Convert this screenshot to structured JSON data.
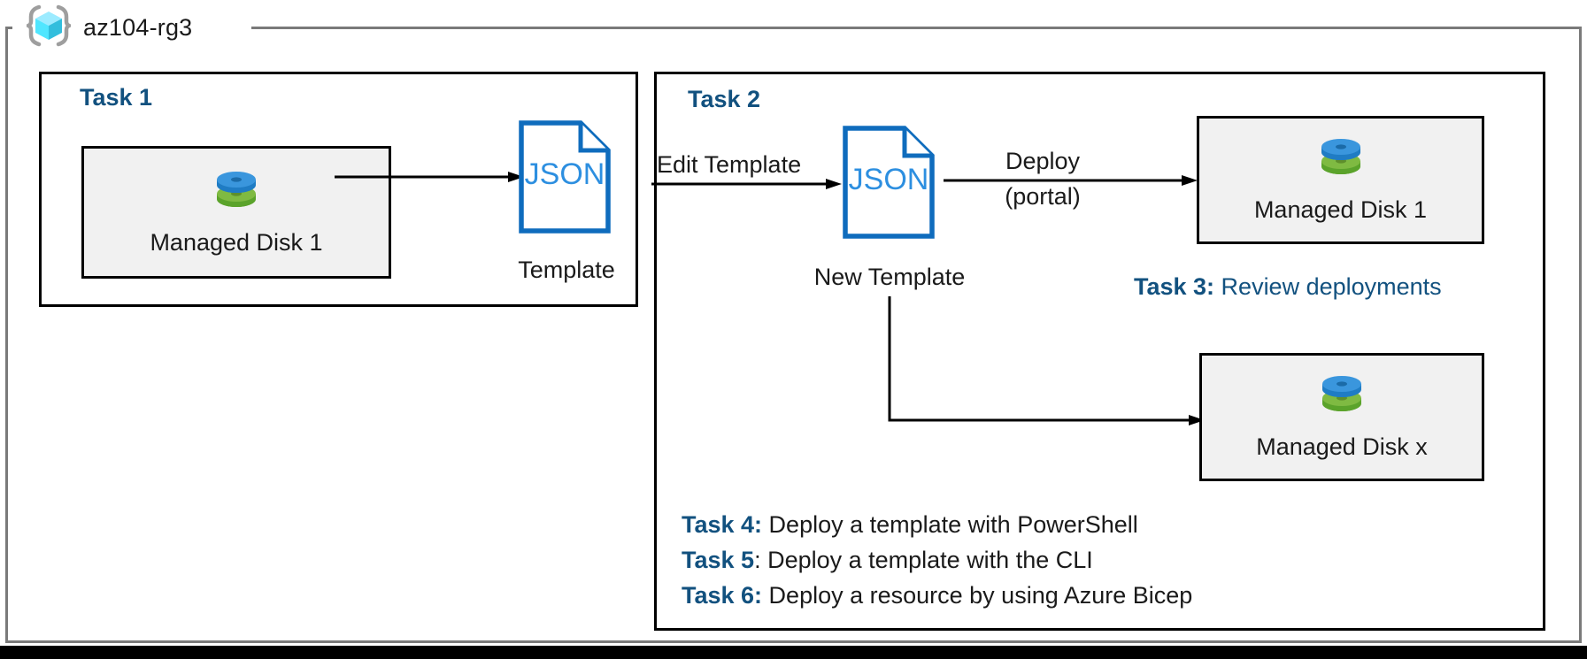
{
  "resource_group": {
    "name": "az104-rg3",
    "icon": "resource-group-cube-icon"
  },
  "panels": {
    "task1": {
      "heading": "Task 1"
    },
    "task2": {
      "heading": "Task 2"
    }
  },
  "resources": {
    "source_disk": {
      "label": "Managed Disk 1",
      "icon": "managed-disk-icon"
    },
    "deployed_disk": {
      "label": "Managed Disk 1",
      "icon": "managed-disk-icon"
    },
    "extra_disk": {
      "label": "Managed Disk x",
      "icon": "managed-disk-icon"
    }
  },
  "files": {
    "template": {
      "badge": "JSON",
      "caption": "Template",
      "icon": "json-file-icon"
    },
    "new_template": {
      "badge": "JSON",
      "caption": "New Template",
      "icon": "json-file-icon"
    }
  },
  "edges": {
    "export": {
      "label": ""
    },
    "edit": {
      "label": "Edit Template"
    },
    "deploy": {
      "label_line1": "Deploy",
      "label_line2": "(portal)"
    },
    "deploy_extra": {
      "label": ""
    }
  },
  "notes": [
    {
      "key": "Task 3:",
      "text": " Review deployments",
      "accent": true
    },
    {
      "key": "Task 4:",
      "text": " Deploy a template with PowerShell",
      "accent": false
    },
    {
      "key": "Task 5",
      "text": ": Deploy a template with the CLI",
      "accent": false
    },
    {
      "key": "Task 6:",
      "text": " Deploy a resource by using Azure Bicep",
      "accent": false
    }
  ],
  "colors": {
    "accent_navy": "#12517f",
    "azure_blue": "#0f6cbd",
    "disk_blue": "#3a96dd",
    "disk_green": "#7fba42",
    "cube_cyan": "#50e6ff",
    "frame_gray": "#7a7a7a",
    "box_fill": "#f1f1f1",
    "stroke_black": "#000000"
  }
}
